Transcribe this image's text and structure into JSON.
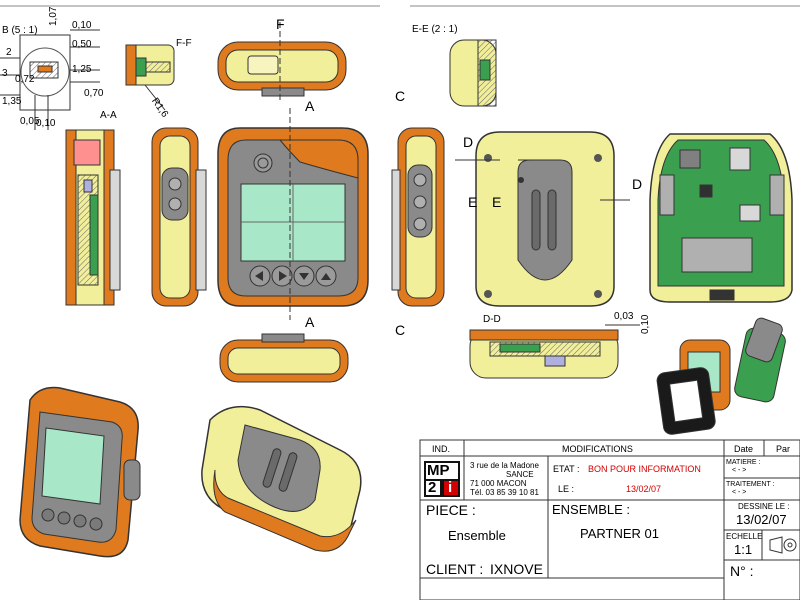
{
  "drawing": {
    "detail_b": "B (5 : 1)",
    "dims_b": [
      "1,07",
      "0,10",
      "0,50",
      "1,25",
      "2",
      "3",
      "0,72",
      "0,70",
      "1,35",
      "0,05",
      "0,10"
    ],
    "section_aa": "A-A",
    "view_ff": "F-F",
    "radius": "R1,6",
    "mark_f": "F",
    "section_ee": "E-E  (2 : 1)",
    "mark_a_top": "A",
    "mark_a_bottom": "A",
    "mark_c_top": "C",
    "mark_c_bottom": "C",
    "mark_d_left": "D",
    "mark_d_right": "D",
    "mark_e_left": "E",
    "mark_e_right": "E",
    "section_dd": "D-D",
    "dim_dd_1": "0,03",
    "dim_dd_2": "0,10"
  },
  "title_block": {
    "ind_header": "IND.",
    "modifications_header": "MODIFICATIONS",
    "date_header": "Date",
    "par_header": "Par",
    "logo_top": "MP",
    "logo_bottom_left": "2",
    "logo_bottom_right": "i",
    "address_line1": "3  rue de la Madone",
    "address_line2": "SANCE",
    "address_line3": "71 000      MACON",
    "address_line4": "Tél. 03 85 39 10 81",
    "etat_label": "ETAT :",
    "etat_value": "BON POUR INFORMATION",
    "le_label": "LE :",
    "le_value": "13/02/07",
    "matiere_label": "MATIERE :",
    "matiere_value": "< - >",
    "traitement_label": "TRAITEMENT :",
    "traitement_value": "< - >",
    "piece_label": "PIECE :",
    "piece_value": "Ensemble",
    "ensemble_label": "ENSEMBLE :",
    "ensemble_value": "PARTNER 01",
    "dessine_label": "DESSINE LE :",
    "dessine_value": "13/02/07",
    "echelle_label": "ECHELLE",
    "echelle_value": "1:1",
    "client_label": "CLIENT :",
    "client_value": "IXNOVE",
    "no_label": "N° :"
  },
  "colors": {
    "orange": "#e07a1e",
    "dark_orange": "#b85a10",
    "yellow": "#f2ef9a",
    "screen": "#a8e8c8",
    "grey": "#8a8a8a",
    "pcb_green": "#3aa050",
    "red": "#d20000"
  }
}
